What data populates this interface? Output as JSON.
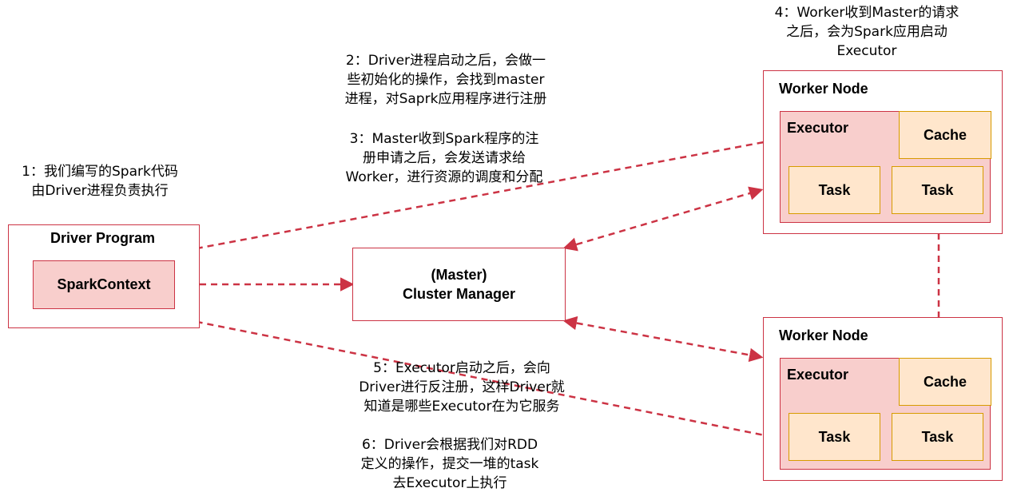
{
  "driver": {
    "title": "Driver Program",
    "spark_context": "SparkContext"
  },
  "master": {
    "line1": "(Master)",
    "line2": "Cluster Manager"
  },
  "workers": [
    {
      "title": "Worker Node",
      "executor": "Executor",
      "cache": "Cache",
      "tasks": [
        "Task",
        "Task"
      ]
    },
    {
      "title": "Worker Node",
      "executor": "Executor",
      "cache": "Cache",
      "tasks": [
        "Task",
        "Task"
      ]
    }
  ],
  "notes": {
    "n1": [
      "1：我们编写的Spark代码",
      "由Driver进程负责执行"
    ],
    "n2": [
      "2：Driver进程启动之后，会做一",
      "些初始化的操作，会找到master",
      "进程，对Saprk应用程序进行注册"
    ],
    "n3": [
      "3：Master收到Spark程序的注",
      "册申请之后，会发送请求给",
      "Worker，进行资源的调度和分配"
    ],
    "n4": [
      "4：Worker收到Master的请求",
      "之后，会为Spark应用启动",
      "Executor"
    ],
    "n5": [
      "5：Executor启动之后，会向",
      "Driver进行反注册，这样Driver就",
      "知道是哪些Executor在为它服务"
    ],
    "n6": [
      "6：Driver会根据我们对RDD",
      "定义的操作，提交一堆的task",
      "去Executor上执行"
    ]
  },
  "colors": {
    "arrow": "#cc3344",
    "outer_border": "#cc3344",
    "executor_fill": "#f8cecc",
    "cache_fill": "#ffe6cc",
    "cache_border": "#d79b00"
  }
}
